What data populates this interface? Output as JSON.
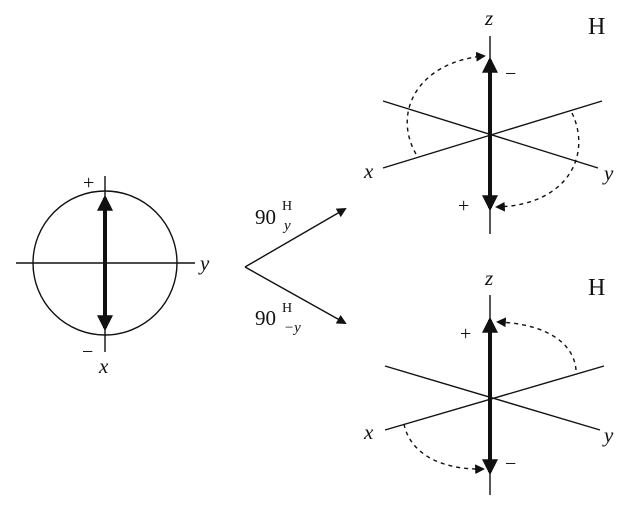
{
  "left_panel": {
    "axis_x_label": "x",
    "axis_y_label": "y",
    "plus_sign": "+",
    "minus_sign": "−"
  },
  "pulses": {
    "top": {
      "angle": "90",
      "nucleus": "H",
      "phase": "y"
    },
    "bottom": {
      "angle": "90",
      "nucleus": "H",
      "phase": "−y"
    }
  },
  "top_right": {
    "nucleus_label": "H",
    "axis_z_label": "z",
    "axis_x_label": "x",
    "axis_y_label": "y",
    "top_sign": "−",
    "bottom_sign": "+"
  },
  "bottom_right": {
    "nucleus_label": "H",
    "axis_z_label": "z",
    "axis_x_label": "x",
    "axis_y_label": "y",
    "top_sign": "+",
    "bottom_sign": "−"
  }
}
